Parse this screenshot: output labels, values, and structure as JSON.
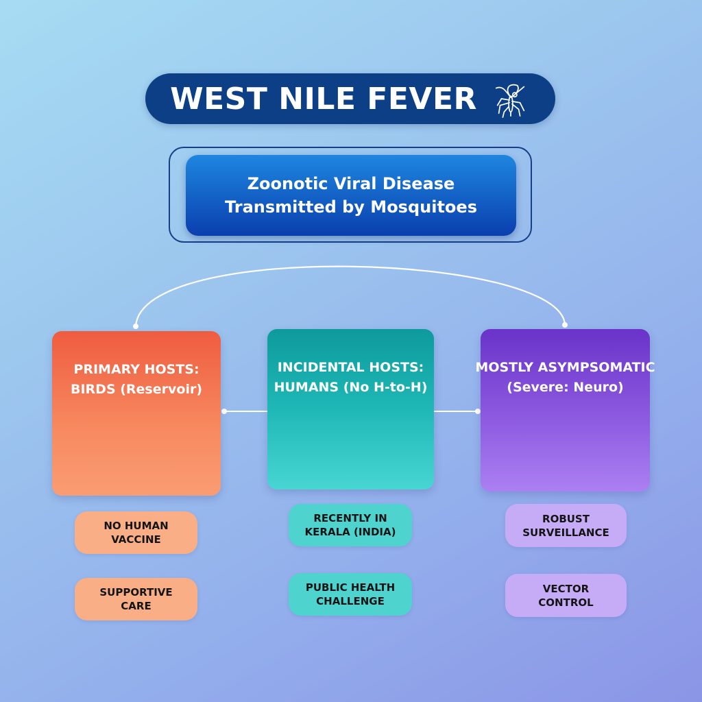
{
  "title": "WEST NILE FEVER",
  "title_icon": "mosquito-icon",
  "subtitle": {
    "line1": "Zoonotic Viral Disease",
    "line2": "Transmitted by Mosquitoes"
  },
  "cards": [
    {
      "line1": "PRIMARY HOSTS:",
      "line2": "BIRDS (Reservoir)",
      "color": "#ef5c3f"
    },
    {
      "line1": "INCIDENTAL HOSTS:",
      "line2": "HUMANS (No H-to-H)",
      "color": "#0e9a9c"
    },
    {
      "line1": "MOSTLY ASYMPSOMATIC",
      "line2": "(Severe: Neuro)",
      "color": "#6a33c9"
    }
  ],
  "pills": {
    "orange": [
      {
        "line1": "NO HUMAN",
        "line2": "VACCINE"
      },
      {
        "line1": "SUPPORTIVE",
        "line2": "CARE"
      }
    ],
    "teal": [
      {
        "line1": "RECENTLY IN",
        "line2": "KERALA (INDIA)"
      },
      {
        "line1": "PUBLIC HEALTH",
        "line2": "CHALLENGE"
      }
    ],
    "purple": [
      {
        "line1": "ROBUST",
        "line2": "SURVEILLANCE"
      },
      {
        "line1": "VECTOR",
        "line2": "CONTROL"
      }
    ]
  },
  "colors": {
    "title_bg": "#0d3f86",
    "subtitle_bg": "#1565c8",
    "connector": "#ffffff"
  }
}
